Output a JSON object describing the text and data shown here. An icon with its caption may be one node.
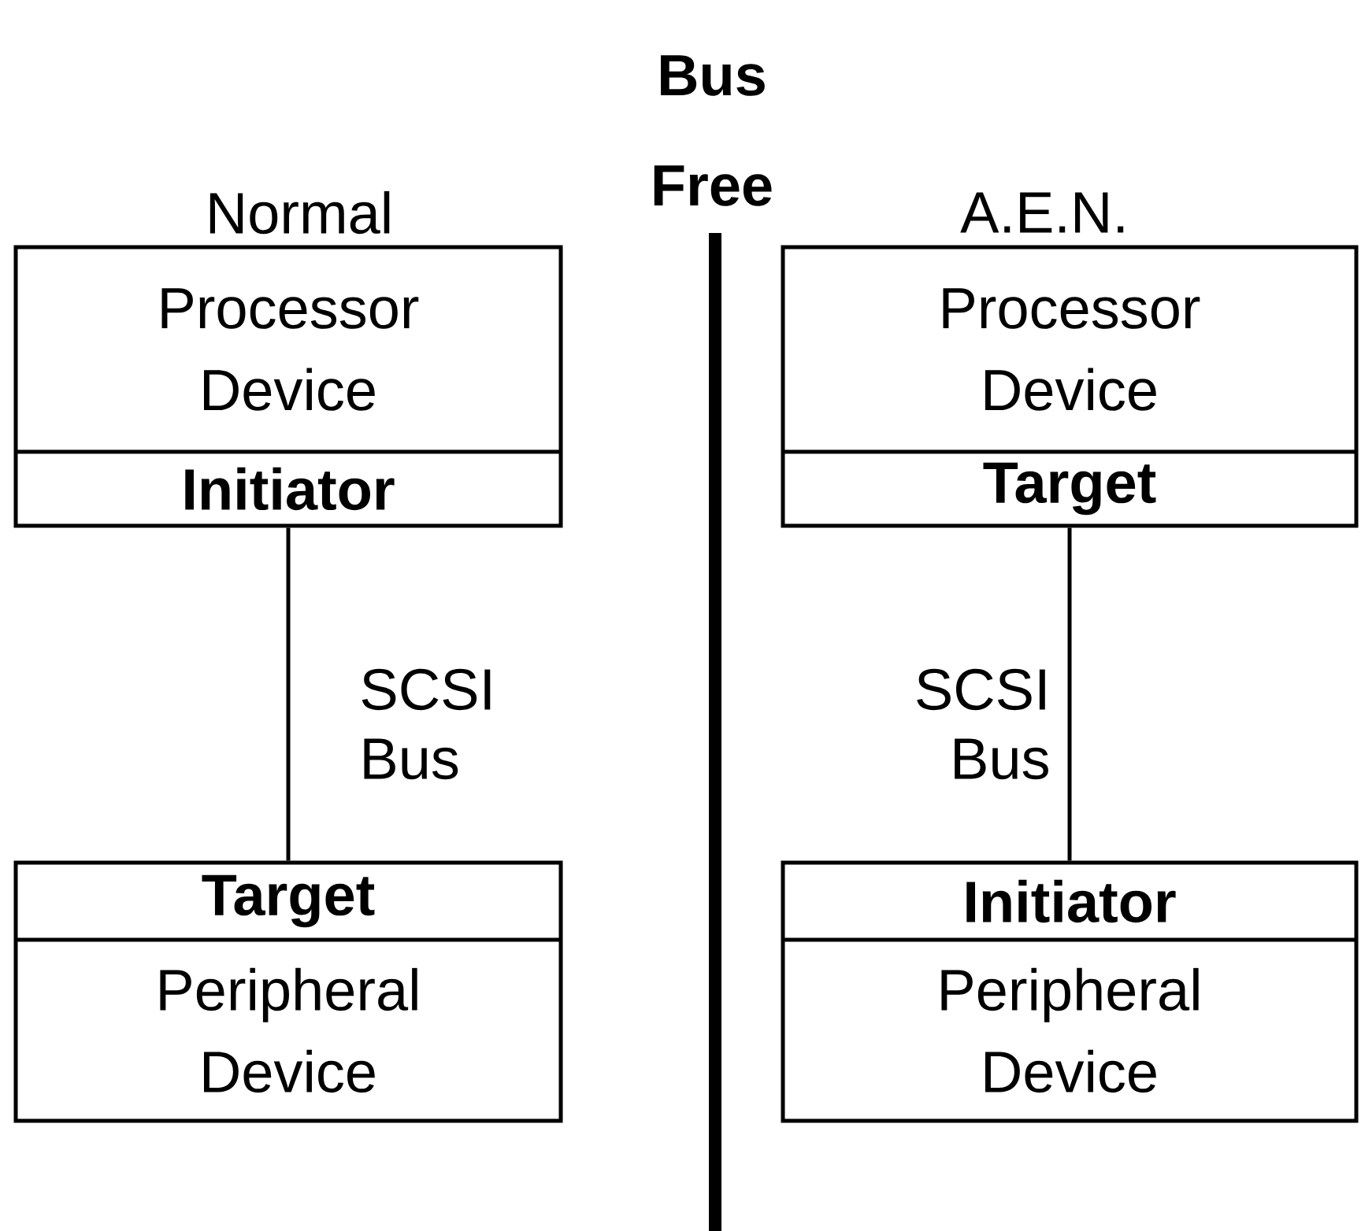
{
  "diagram": {
    "nodes": [
      {
        "text": [
          "Processor Device",
          "Initiator"
        ]
      },
      {
        "text": [
          "Target",
          "Peripheral Device"
        ]
      },
      {
        "text": [
          "Processor Device",
          "Target"
        ]
      },
      {
        "text": [
          "Initiator",
          "Peripheral Device"
        ]
      }
    ],
    "edges": [
      {
        "from": 0,
        "to": 1,
        "arrow": "none",
        "label": "SCSI Bus"
      },
      {
        "from": 2,
        "to": 3,
        "arrow": "none",
        "label": "SCSI Bus"
      }
    ],
    "labels": [
      "Normal",
      "Bus Free",
      "A.E.N."
    ]
  }
}
